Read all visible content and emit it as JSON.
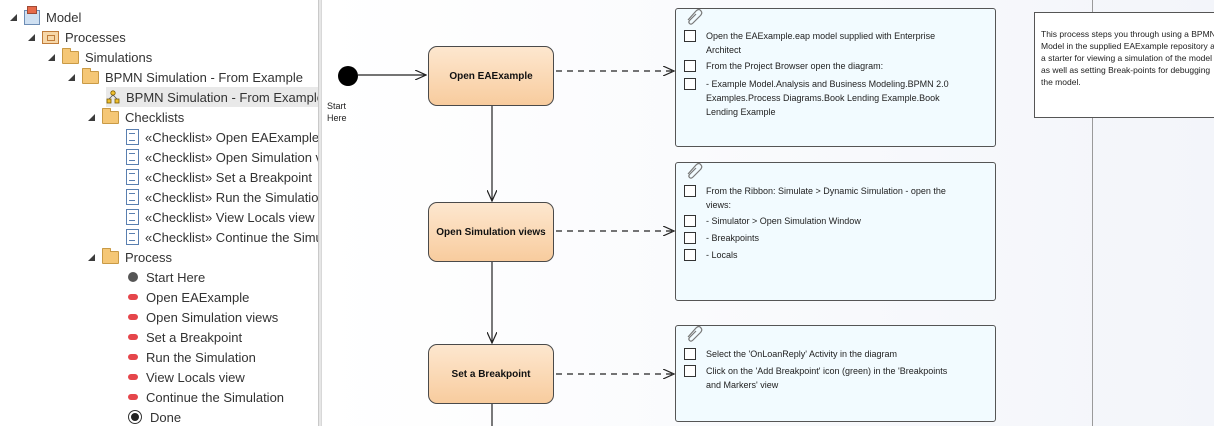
{
  "tree": {
    "model": "Model",
    "processes": "Processes",
    "simulations": "Simulations",
    "bpmn_folder": "BPMN Simulation - From Example",
    "bpmn_diagram": "BPMN Simulation - From Example",
    "checklists": "Checklists",
    "checklist_items": [
      "«Checklist» Open EAExample",
      "«Checklist» Open Simulation views",
      "«Checklist» Set a Breakpoint",
      "«Checklist» Run the Simulation",
      "«Checklist» View Locals view",
      "«Checklist» Continue the Simulation"
    ],
    "process": "Process",
    "process_items": [
      "Start Here",
      "Open EAExample",
      "Open Simulation views",
      "Set a Breakpoint",
      "Run the Simulation",
      "View Locals view",
      "Continue the Simulation",
      "Done"
    ]
  },
  "diagram": {
    "start_label_1": "Start",
    "start_label_2": "Here",
    "activities": [
      "Open EAExample",
      "Open Simulation views",
      "Set a Breakpoint"
    ],
    "note1": [
      "Open the EAExample.eap model supplied with Enterprise Architect",
      "From the Project Browser open the diagram:",
      "- Example Model.Analysis and Business Modeling.BPMN 2.0 Examples.Process Diagrams.Book Lending Example.Book Lending Example"
    ],
    "note2": [
      "From the Ribbon: Simulate > Dynamic Simulation - open the views:",
      "- Simulator > Open Simulation Window",
      "- Breakpoints",
      "- Locals"
    ],
    "note3": [
      "Select the 'OnLoanReply' Activity in the diagram",
      "Click on the 'Add Breakpoint' icon (green) in the 'Breakpoints and Markers' view"
    ],
    "description": [
      "This process steps you through using a BPMN",
      "Model in the supplied EAExample repository as",
      "a starter for viewing a simulation of the model",
      "as well as setting Break-points for debugging",
      "the model."
    ]
  },
  "colors": {
    "activity_fill": "#f8cc9e",
    "note_fill": "#f2fbff",
    "done_marker": "#e5464b"
  }
}
